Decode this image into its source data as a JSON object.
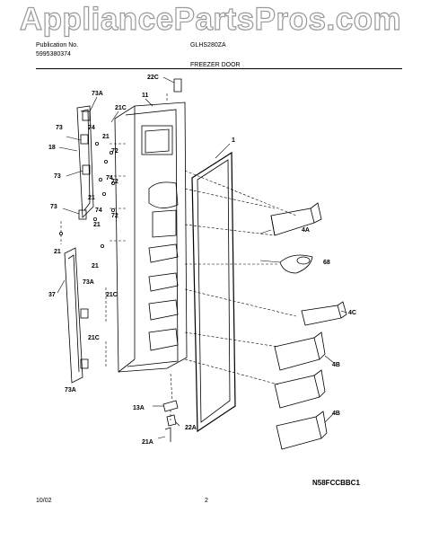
{
  "watermark": "AppliancePartsPros.com",
  "header": {
    "publication_label": "Publication No.",
    "publication_number": "5995380374",
    "model": "GLHS280ZA",
    "section_title": "FREEZER DOOR"
  },
  "footer": {
    "date": "10/02",
    "page": "2",
    "diagram_code": "N58FCCBBC1"
  },
  "callouts": [
    "22C",
    "11",
    "73A",
    "21C",
    "1",
    "73",
    "74",
    "21",
    "72",
    "18",
    "73",
    "74",
    "21",
    "72",
    "73",
    "74",
    "21",
    "72",
    "21",
    "4A",
    "68",
    "21",
    "37",
    "73A",
    "21C",
    "4C",
    "4B",
    "21C",
    "73A",
    "13A",
    "22A",
    "4B",
    "21A"
  ]
}
